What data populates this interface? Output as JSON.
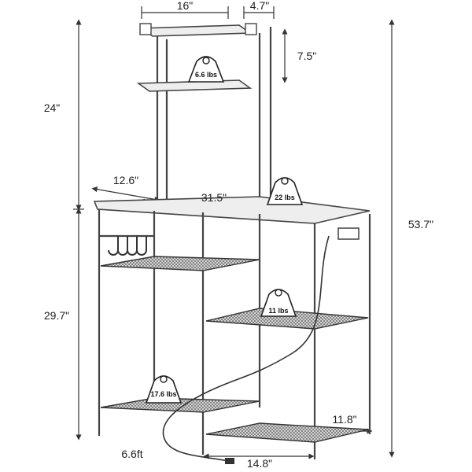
{
  "dimensions": {
    "top_width": "16\"",
    "top_depth": "4.7\"",
    "shelf_gap": "7.5\"",
    "upper_height": "24\"",
    "depth": "12.6\"",
    "width": "31.5\"",
    "lower_height": "29.7\"",
    "total_height": "53.7\"",
    "bottom_shelf_depth": "11.8\"",
    "bottom_width": "14.8\"",
    "cord_length": "6.6ft"
  },
  "weights": {
    "top_shelf": "6.6 lbs",
    "countertop": "22 lbs",
    "middle_shelf": "11 lbs",
    "bottom_shelf": "17.6 lbs"
  },
  "colors": {
    "line": "#333333",
    "board": "#eeeeee"
  }
}
